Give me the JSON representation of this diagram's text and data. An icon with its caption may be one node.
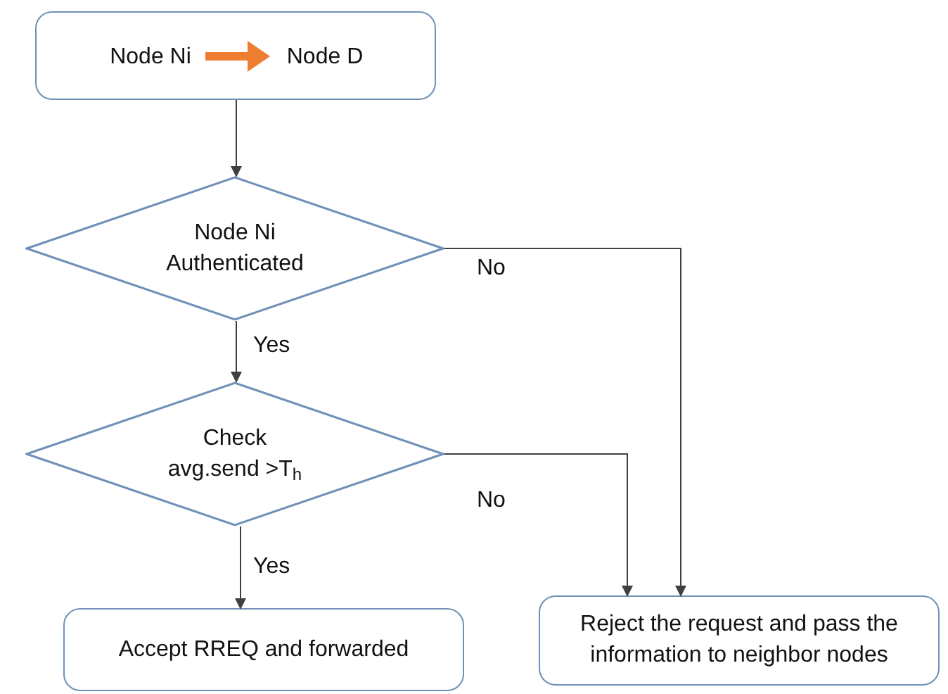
{
  "diagram": {
    "nodes": [
      {
        "text": [],
        "shape": "box"
      },
      {
        "text": [
          "Node Ni"
        ],
        "in": 0
      },
      {
        "text": [
          "Node D"
        ],
        "in": 0
      },
      {
        "text": [
          "Node Ni Authenticated"
        ]
      },
      {
        "text": [
          "Check avg.send >T$_{h}$"
        ]
      },
      {
        "text": [
          "Accept RREQ and forwarded"
        ]
      },
      {
        "text": [
          "Reject the request and pass the information to neighbor nodes"
        ]
      }
    ],
    "edges": [
      {
        "from": 1,
        "to": 2,
        "arrow": "to",
        "style": "thick",
        "color": "#ed7d31"
      },
      {
        "from": 0,
        "to": 3,
        "arrow": "to"
      },
      {
        "from": 3,
        "to": 4,
        "arrow": "to",
        "label": "Yes"
      },
      {
        "from": 3,
        "to": 6,
        "arrow": "to",
        "label": "No"
      },
      {
        "from": 4,
        "to": 6,
        "arrow": "to",
        "label": "No"
      },
      {
        "from": 4,
        "to": 5,
        "arrow": "to",
        "label": "Yes"
      }
    ]
  }
}
